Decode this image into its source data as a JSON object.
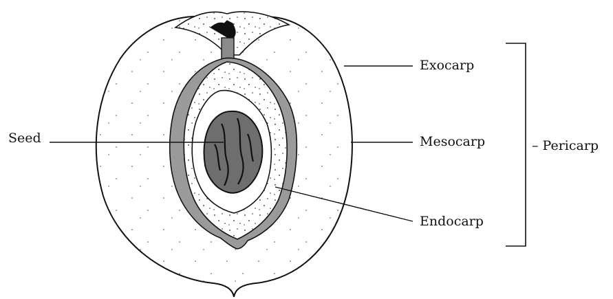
{
  "diagram": {
    "labels": {
      "seed": "Seed",
      "exocarp": "Exocarp",
      "mesocarp": "Mesocarp",
      "endocarp": "Endocarp",
      "pericarp": "– Pericarp"
    },
    "colors": {
      "ink": "#111111",
      "paper": "#ffffff",
      "shaded": "#9a9a9a",
      "seed_fill": "#6e6e6e",
      "stem": "#111111"
    }
  }
}
